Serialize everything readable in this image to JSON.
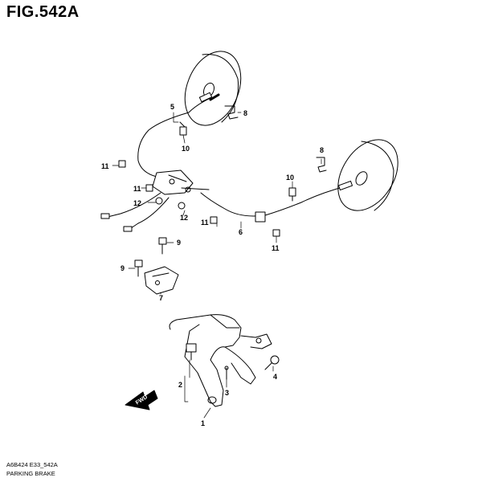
{
  "figure": {
    "title": "FIG.542A",
    "code": "A6B424 E33_542A",
    "caption": "PARKING BRAKE",
    "fwd_label": "FWD"
  },
  "callouts": [
    {
      "id": "c1",
      "label": "1"
    },
    {
      "id": "c2",
      "label": "2"
    },
    {
      "id": "c3",
      "label": "3"
    },
    {
      "id": "c4",
      "label": "4"
    },
    {
      "id": "c5",
      "label": "5"
    },
    {
      "id": "c6",
      "label": "6"
    },
    {
      "id": "c7",
      "label": "7"
    },
    {
      "id": "c8a",
      "label": "8"
    },
    {
      "id": "c8b",
      "label": "8"
    },
    {
      "id": "c9a",
      "label": "9"
    },
    {
      "id": "c9b",
      "label": "9"
    },
    {
      "id": "c10a",
      "label": "10"
    },
    {
      "id": "c10b",
      "label": "10"
    },
    {
      "id": "c11a",
      "label": "11"
    },
    {
      "id": "c11b",
      "label": "11"
    },
    {
      "id": "c11c",
      "label": "11"
    },
    {
      "id": "c11d",
      "label": "11"
    },
    {
      "id": "c12a",
      "label": "12"
    },
    {
      "id": "c12b",
      "label": "12"
    }
  ]
}
